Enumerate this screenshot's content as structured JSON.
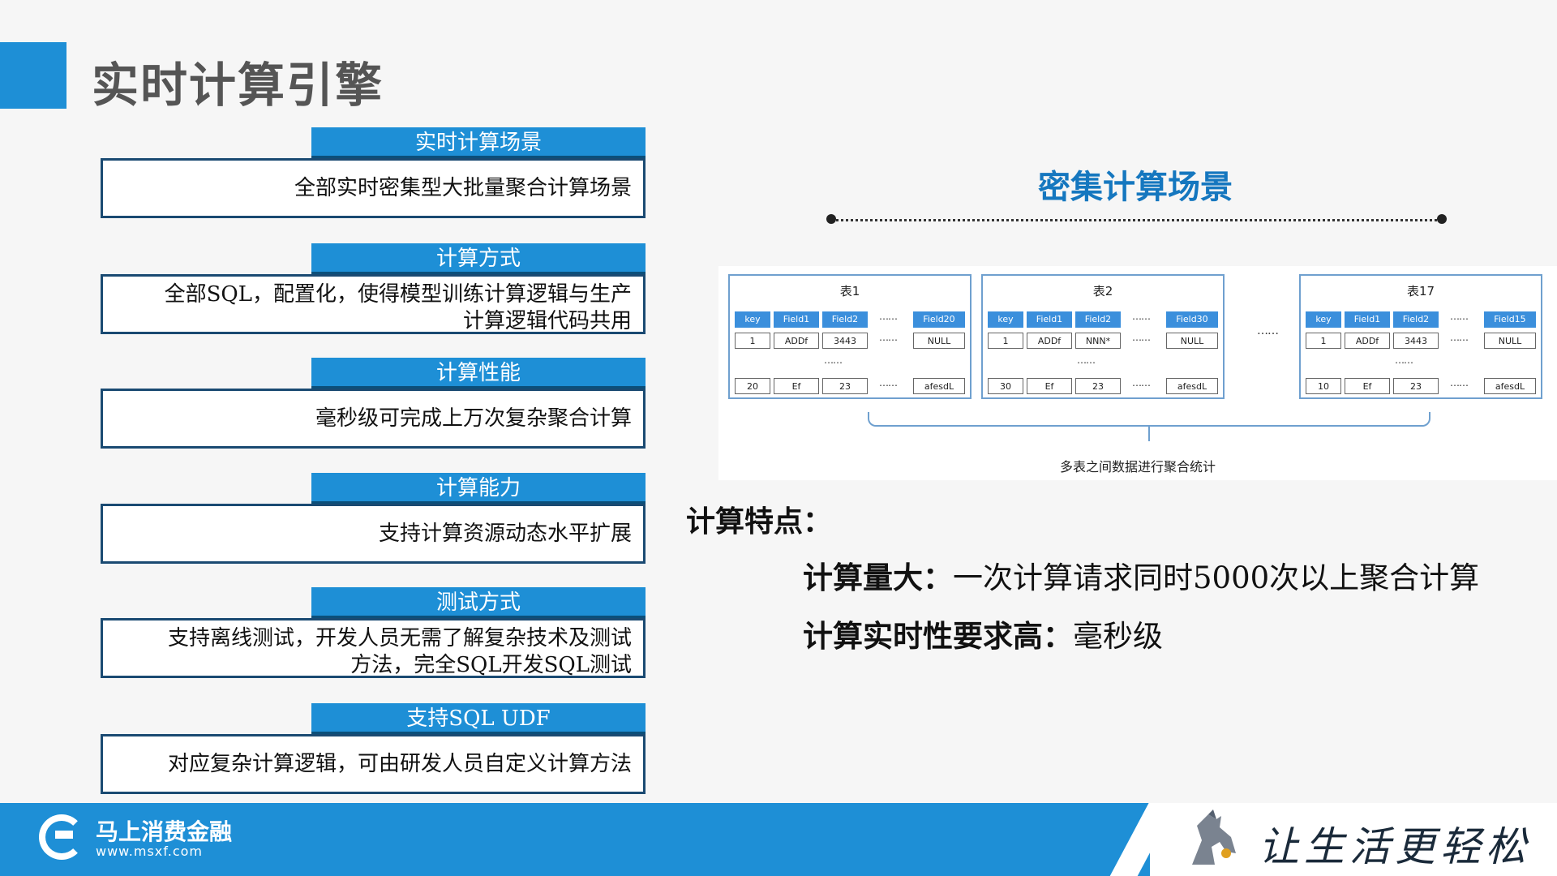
{
  "page": {
    "title": "实时计算引擎"
  },
  "left_items": [
    {
      "header": "实时计算场景",
      "lines": [
        "全部实时密集型大批量聚合计算场景"
      ]
    },
    {
      "header": "计算方式",
      "lines": [
        "全部SQL，配置化，使得模型训练计算逻辑与生产",
        "计算逻辑代码共用"
      ]
    },
    {
      "header": "计算性能",
      "lines": [
        "毫秒级可完成上万次复杂聚合计算"
      ]
    },
    {
      "header": "计算能力",
      "lines": [
        "支持计算资源动态水平扩展"
      ]
    },
    {
      "header": "测试方式",
      "lines": [
        "支持离线测试，开发人员无需了解复杂技术及测试",
        "方法，完全SQL开发SQL测试"
      ]
    },
    {
      "header": "支持SQL UDF",
      "lines": [
        "对应复杂计算逻辑，可由研发人员自定义计算方法"
      ]
    }
  ],
  "scene": {
    "title": "密集计算场景",
    "tables": [
      {
        "name": "表1",
        "headers": [
          "key",
          "Field1",
          "Field2",
          "Field20"
        ],
        "row1": [
          "1",
          "ADDf",
          "3443",
          "NULL"
        ],
        "rowN": [
          "20",
          "Ef",
          "23",
          "afesdL"
        ]
      },
      {
        "name": "表2",
        "headers": [
          "key",
          "Field1",
          "Field2",
          "Field30"
        ],
        "row1": [
          "1",
          "ADDf",
          "NNN*",
          "NULL"
        ],
        "rowN": [
          "30",
          "Ef",
          "23",
          "afesdL"
        ]
      },
      {
        "name": "表17",
        "headers": [
          "key",
          "Field1",
          "Field2",
          "Field15"
        ],
        "row1": [
          "1",
          "ADDf",
          "3443",
          "NULL"
        ],
        "rowN": [
          "10",
          "Ef",
          "23",
          "afesdL"
        ]
      }
    ],
    "ellipsis": "……",
    "aggregate_label": "多表之间数据进行聚合统计"
  },
  "features": {
    "title": "计算特点：",
    "items": [
      {
        "label": "计算量大：",
        "text": "一次计算请求同时5000次以上聚合计算"
      },
      {
        "label": "计算实时性要求高：",
        "text": "毫秒级"
      }
    ]
  },
  "footer": {
    "brand": "马上消费金融",
    "url": "www.msxf.com",
    "slogan": "让生活更轻松"
  },
  "colors": {
    "accent": "#1e8fd6",
    "title_blue": "#1577bf",
    "border_navy": "#1a4a72"
  }
}
